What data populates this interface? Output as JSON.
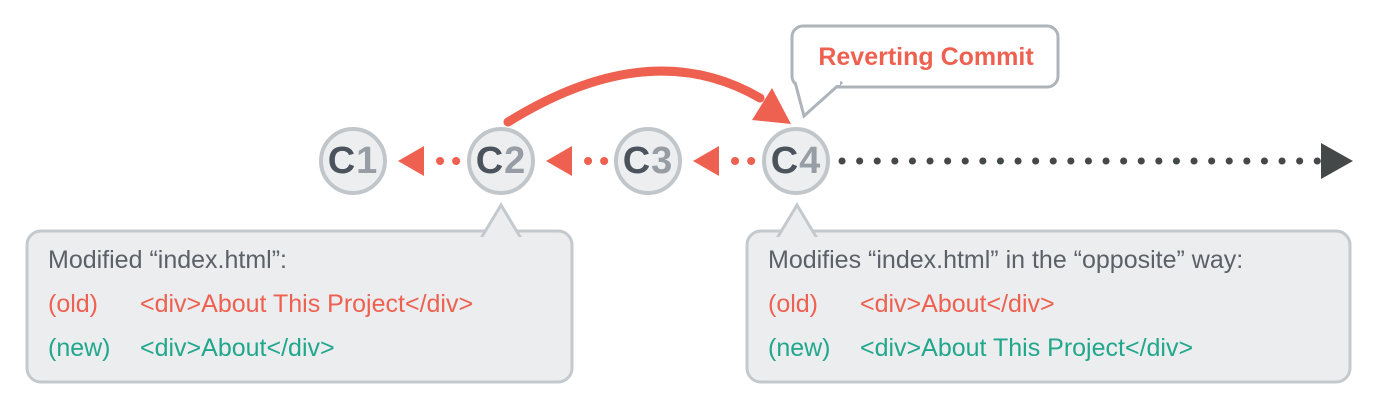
{
  "bubble": {
    "label": "Reverting Commit"
  },
  "commits": [
    {
      "prefix": "C",
      "number": "1"
    },
    {
      "prefix": "C",
      "number": "2"
    },
    {
      "prefix": "C",
      "number": "3"
    },
    {
      "prefix": "C",
      "number": "4"
    }
  ],
  "left_box": {
    "heading": "Modified “index.html”:",
    "old_label": "(old)",
    "old_code": "<div>About This Project</div>",
    "new_label": "(new)",
    "new_code": "<div>About</div>"
  },
  "right_box": {
    "heading": "Modifies “index.html” in the “opposite” way:",
    "old_label": "(old)",
    "old_code": "<div>About</div>",
    "new_label": "(new)",
    "new_code": "<div>About This Project</div>"
  },
  "colors": {
    "accent_red": "#ee6150",
    "accent_green": "#21a78c",
    "text_gray": "#5b6167",
    "commit_letter": "#4b535c",
    "commit_number": "#979da4",
    "node_fill": "#edeef0",
    "node_border": "#c1c6cb",
    "box_fill": "#ecedef",
    "box_border": "#c4c9cd",
    "bubble_border": "#adb4ba",
    "timeline_dark": "#454849"
  }
}
